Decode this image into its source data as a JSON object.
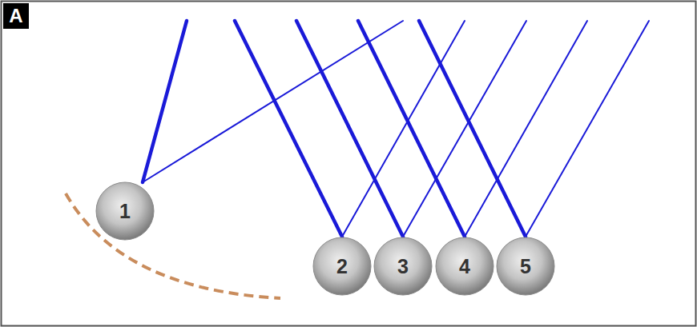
{
  "diagram": {
    "nodes": [
      {
        "text": [
          "1"
        ]
      },
      {
        "text": [
          "2"
        ]
      },
      {
        "text": [
          "3"
        ]
      },
      {
        "text": [
          "4"
        ]
      },
      {
        "text": [
          "5"
        ]
      }
    ],
    "labels": [
      "A"
    ]
  }
}
